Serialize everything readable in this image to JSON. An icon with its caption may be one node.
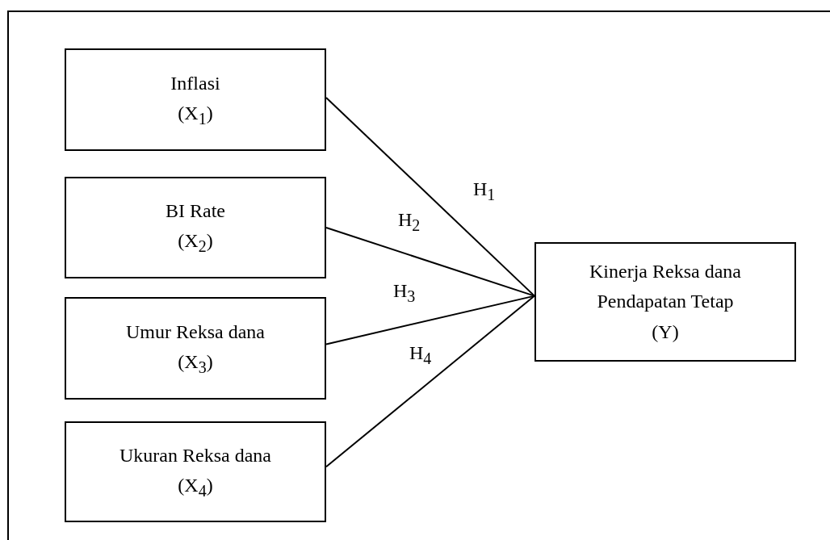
{
  "diagram": {
    "nodes": [
      {
        "text": [
          "Inflasi",
          "(X$_{1}$)"
        ]
      },
      {
        "text": [
          "BI Rate",
          "(X$_{2}$)"
        ]
      },
      {
        "text": [
          "Umur Reksa dana",
          "(X$_{3}$)"
        ]
      },
      {
        "text": [
          "Ukuran Reksa dana",
          "(X$_{4}$)"
        ]
      },
      {
        "text": [
          "Kinerja Reksa dana Pendapatan Tetap",
          "(Y)"
        ]
      }
    ],
    "edges": [
      {
        "from": 0,
        "to": 4,
        "arrow": "none",
        "label": "H$_{1}$"
      },
      {
        "from": 1,
        "to": 4,
        "arrow": "none",
        "label": "H$_{2}$"
      },
      {
        "from": 2,
        "to": 4,
        "arrow": "none",
        "label": "H$_{3}$"
      },
      {
        "from": 3,
        "to": 4,
        "arrow": "none",
        "label": "H$_{4}$"
      }
    ]
  }
}
